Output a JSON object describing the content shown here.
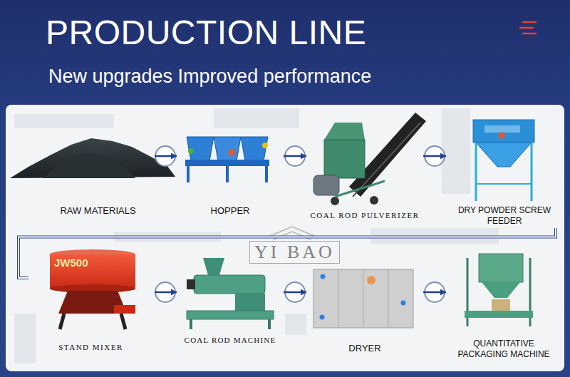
{
  "diagram": {
    "title": "PRODUCTION LINE",
    "nodes": [
      {
        "text": [
          "RAW MATERIALS"
        ]
      },
      {
        "text": [
          "HOPPER"
        ]
      },
      {
        "text": [
          "COAL ROD PULVERIZER"
        ]
      },
      {
        "text": [
          "DRY POWDER SCREW FEEDER"
        ]
      },
      {
        "text": [
          "STAND MIXER"
        ]
      },
      {
        "text": [
          "COAL ROD MACHINE"
        ]
      },
      {
        "text": [
          "DRYER"
        ]
      },
      {
        "text": [
          "QUANTITATIVE PACKAGING MACHINE"
        ]
      }
    ],
    "edges": [
      {
        "from": 0,
        "to": 1,
        "arrow": "to"
      },
      {
        "from": 1,
        "to": 2,
        "arrow": "to"
      },
      {
        "from": 2,
        "to": 3,
        "arrow": "to"
      },
      {
        "from": 3,
        "to": 4,
        "arrow": "none"
      },
      {
        "from": 4,
        "to": 5,
        "arrow": "to"
      },
      {
        "from": 5,
        "to": 6,
        "arrow": "to"
      },
      {
        "from": 6,
        "to": 7,
        "arrow": "to"
      }
    ],
    "labels": [
      "New upgrades Improved performance",
      "JW500",
      "YI BAO"
    ]
  }
}
